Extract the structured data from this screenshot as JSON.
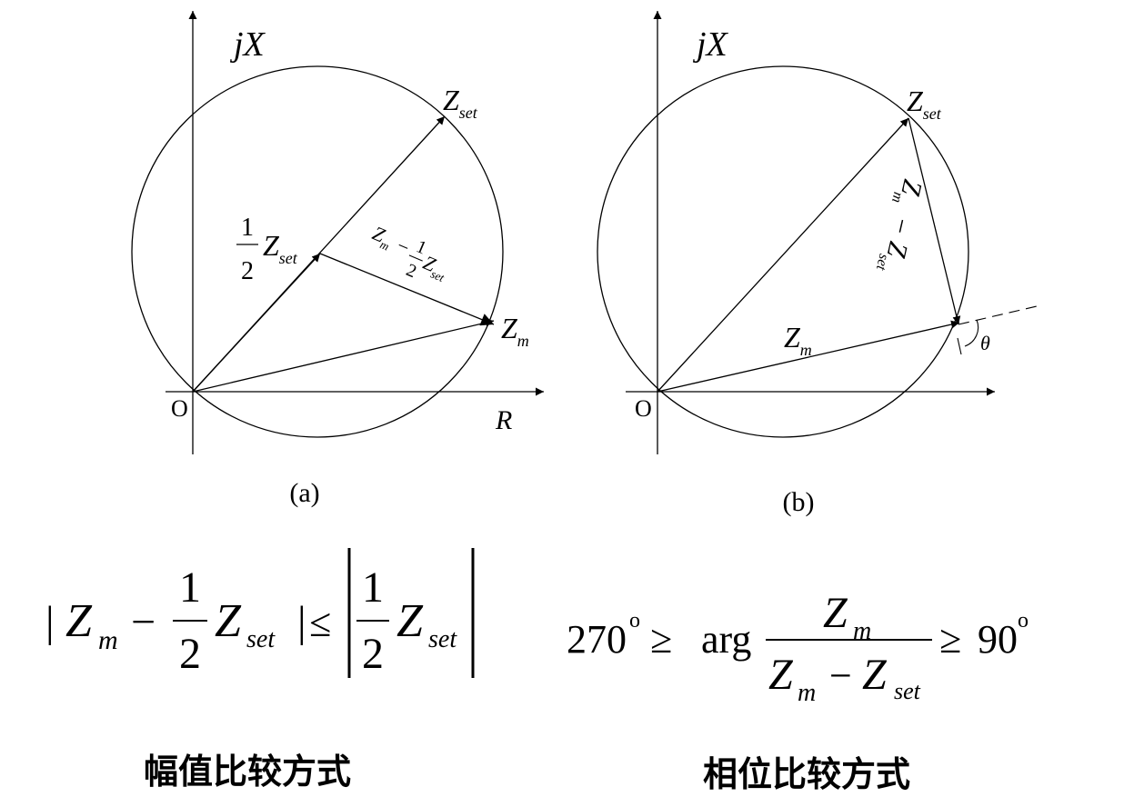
{
  "figure_a": {
    "axis_y_label": "jX",
    "axis_x_label": "R",
    "origin_label": "O",
    "zset_label": {
      "base": "Z",
      "sub": "set"
    },
    "half_zset_label": {
      "num": "1",
      "den": "2",
      "base": "Z",
      "sub": "set"
    },
    "diff_label": {
      "base1": "Z",
      "sub1": "m",
      "minus": "−",
      "num": "1",
      "den": "2",
      "base2": "Z",
      "sub2": "set"
    },
    "zm_label": {
      "base": "Z",
      "sub": "m"
    },
    "caption": "(a)"
  },
  "figure_b": {
    "axis_y_label": "jX",
    "origin_label": "O",
    "zset_label": {
      "base": "Z",
      "sub": "set"
    },
    "diff_label": {
      "base1": "Z",
      "sub1": "m",
      "minus": "−",
      "base2": "Z",
      "sub2": "set"
    },
    "zm_label": {
      "base": "Z",
      "sub": "m"
    },
    "theta_label": "θ",
    "caption": "(b)"
  },
  "formula_amplitude": {
    "bar": "|",
    "Z": "Z",
    "m": "m",
    "minus": "−",
    "one": "1",
    "two": "2",
    "set": "set",
    "leq": "≤"
  },
  "formula_phase": {
    "lhs": "270",
    "deg": "o",
    "geq": "≥",
    "arg": "arg",
    "Z": "Z",
    "m": "m",
    "minus": "−",
    "set": "set",
    "rhs": "90"
  },
  "label_amplitude": "幅值比较方式",
  "label_phase": "相位比较方式"
}
